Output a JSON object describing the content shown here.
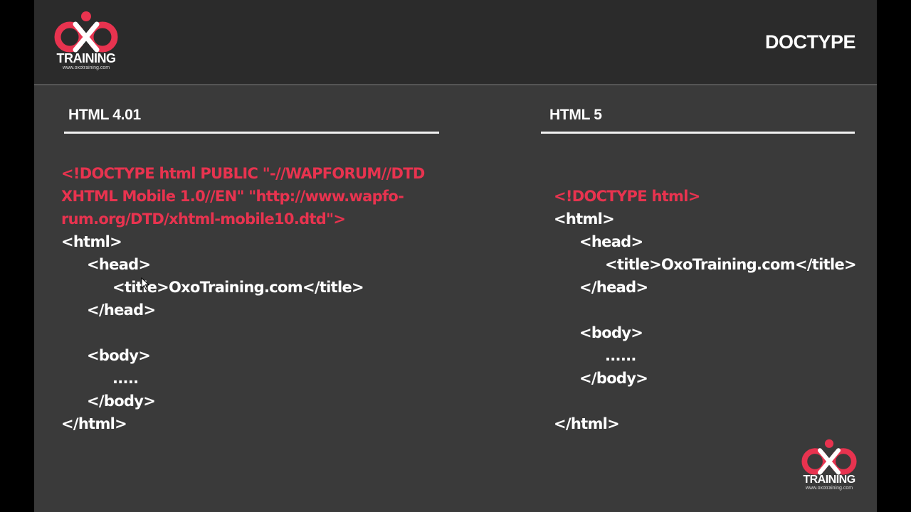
{
  "logo": {
    "brand": "TRAINING",
    "url": "www.oxotraining.com",
    "colors": {
      "pink": "#e8334f",
      "white": "#ffffff"
    }
  },
  "slide": {
    "title": "DOCTYPE"
  },
  "left": {
    "heading": "HTML 4.01",
    "doctype_lines": [
      "<!DOCTYPE html PUBLIC \"-//WAPFORUM//DTD",
      "XHTML Mobile 1.0//EN\" \"http://www.wapfo-",
      "rum.org/DTD/xhtml-mobile10.dtd\">"
    ],
    "html_open": "<html>",
    "head_open": "<head>",
    "title_line": "<title>OxoTraining.com</title>",
    "head_close": "</head>",
    "body_open": "<body>",
    "body_content": ".....",
    "body_close": "</body>",
    "html_close": "</html>"
  },
  "right": {
    "heading": "HTML 5",
    "doctype": "<!DOCTYPE html>",
    "html_open": "<html>",
    "head_open": "<head>",
    "title_line": "<title>OxoTraining.com</title>",
    "head_close": "</head>",
    "body_open": "<body>",
    "body_content": "......",
    "body_close": "</body>",
    "html_close": "</html>"
  },
  "colors": {
    "background": "#3a3a3a",
    "header": "#2b2b2b",
    "code_text": "#ffffff",
    "doctype_text": "#e8334f"
  }
}
